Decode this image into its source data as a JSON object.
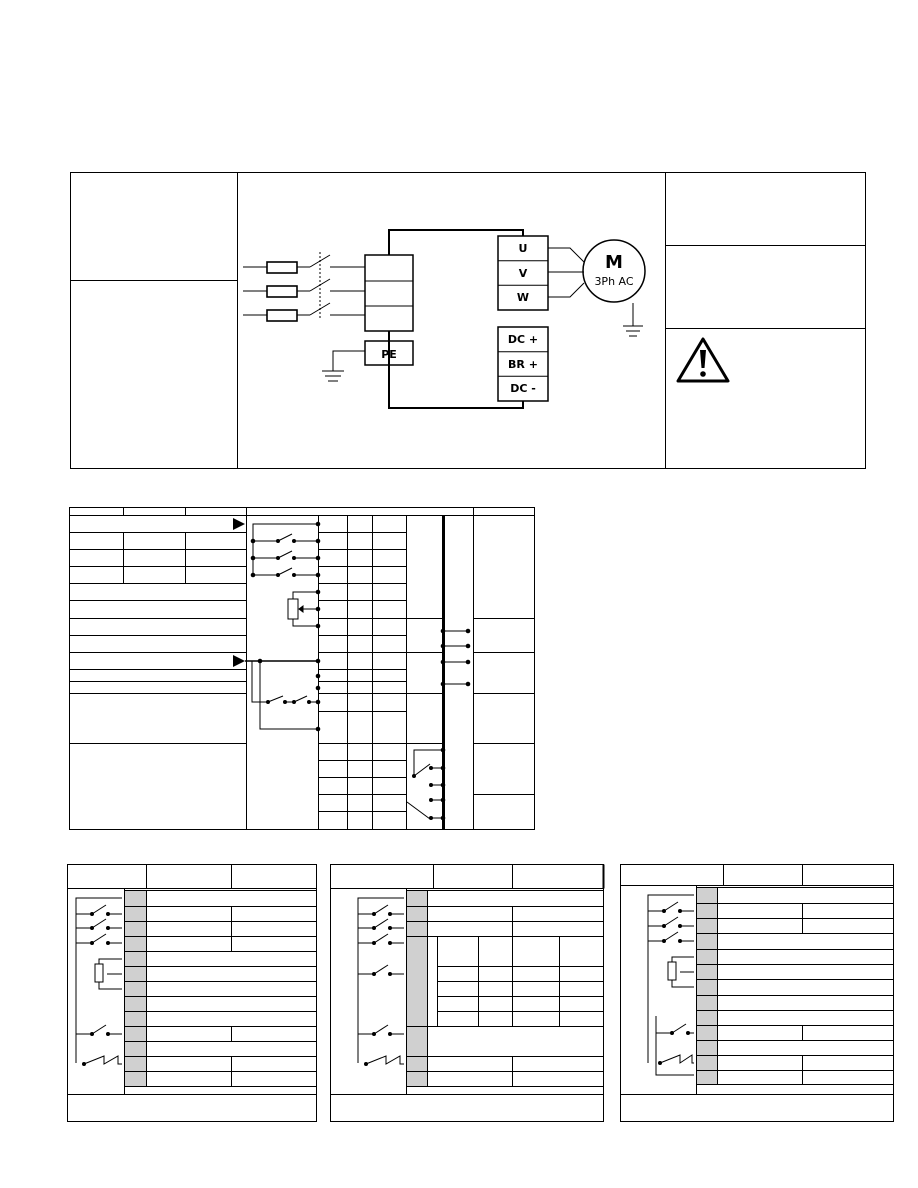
{
  "wiring": {
    "output_terminals": [
      "U",
      "V",
      "W"
    ],
    "dc_terminals": [
      "DC +",
      "BR +",
      "DC -"
    ],
    "pe_label": "PE",
    "motor": {
      "letter": "M",
      "type": "3Ph AC"
    },
    "warning_icon": "warning-triangle-icon"
  }
}
